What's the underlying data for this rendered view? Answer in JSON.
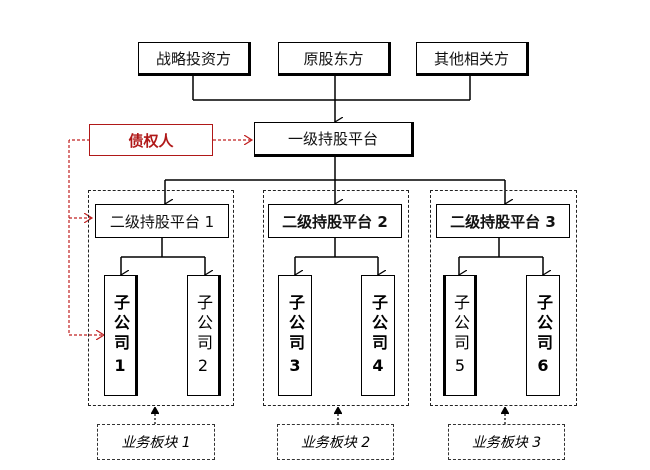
{
  "top_sources": [
    {
      "label": "战略投资方"
    },
    {
      "label": "原股东方"
    },
    {
      "label": "其他相关方"
    }
  ],
  "creditor": {
    "label": "债权人",
    "color": "#b01818"
  },
  "level1": {
    "label": "一级持股平台"
  },
  "level2": [
    {
      "label": "二级持股平台 1",
      "subsidiaries": [
        {
          "label": "子公司",
          "num": "1"
        },
        {
          "label": "子公司",
          "num": "2"
        }
      ],
      "segment": "业务板块 1"
    },
    {
      "label": "二级持股平台 2",
      "subsidiaries": [
        {
          "label": "子公司",
          "num": "3"
        },
        {
          "label": "子公司",
          "num": "4"
        }
      ],
      "segment": "业务板块 2"
    },
    {
      "label": "二级持股平台 3",
      "subsidiaries": [
        {
          "label": "子公司",
          "num": "5"
        },
        {
          "label": "子公司",
          "num": "6"
        }
      ],
      "segment": "业务板块 3"
    }
  ]
}
